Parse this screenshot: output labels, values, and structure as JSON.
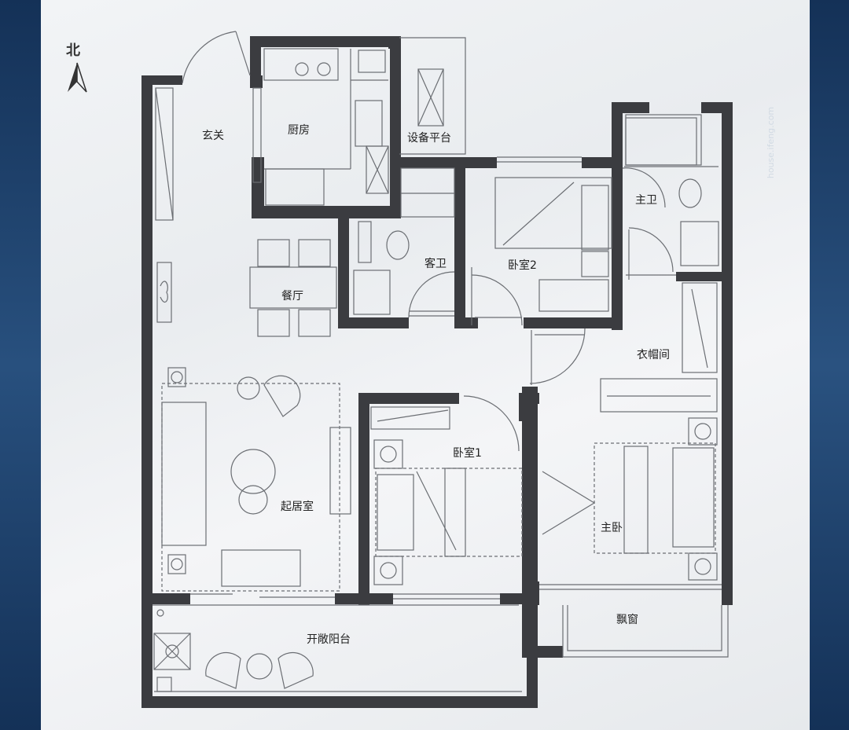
{
  "compass": {
    "label": "北"
  },
  "rooms": {
    "entrance": "玄关",
    "kitchen": "厨房",
    "equipment_platform": "设备平台",
    "master_bath": "主卫",
    "guest_bath": "客卫",
    "bedroom2": "卧室2",
    "dining": "餐厅",
    "wardrobe": "衣帽间",
    "living": "起居室",
    "bedroom1": "卧室1",
    "master_bedroom": "主卧",
    "balcony": "开敞阳台",
    "bay_window": "飘窗"
  },
  "watermark": {
    "text": "house.ifeng.com"
  },
  "colors": {
    "wall": "#3b3c40",
    "line": "#6b6e73",
    "frame": "#1b3a63",
    "paper": "#eef0f2"
  }
}
